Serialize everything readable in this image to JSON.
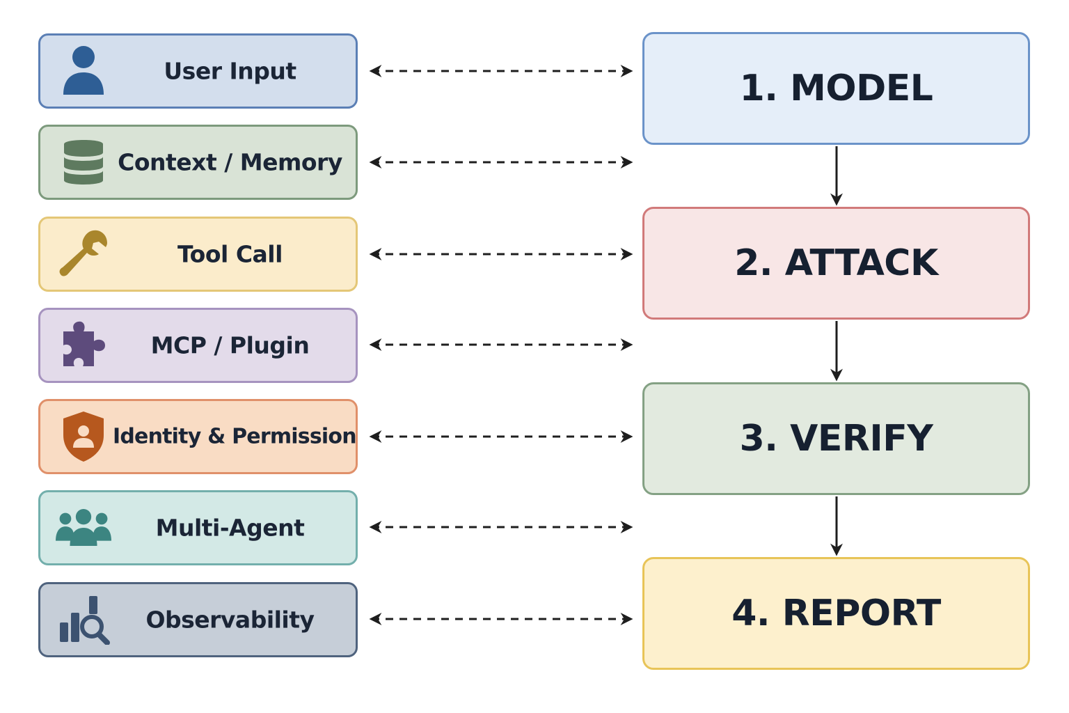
{
  "layers": [
    {
      "label": "User Input",
      "icon": "user-icon",
      "bg": "#d3deed",
      "border": "#5b7fb5",
      "icon_color": "#2e5e95"
    },
    {
      "label": "Context / Memory",
      "icon": "database-icon",
      "bg": "#d9e3d6",
      "border": "#7d9a7d",
      "icon_color": "#5e7a5f"
    },
    {
      "label": "Tool Call",
      "icon": "wrench-icon",
      "bg": "#fbeccb",
      "border": "#e4c777",
      "icon_color": "#a9862c"
    },
    {
      "label": "MCP / Plugin",
      "icon": "puzzle-icon",
      "bg": "#e3dbea",
      "border": "#a693bf",
      "icon_color": "#5d4b7c"
    },
    {
      "label": "Identity & Permission",
      "icon": "shield-user-icon",
      "bg": "#f9dcc4",
      "border": "#e0906a",
      "icon_color": "#b6581e"
    },
    {
      "label": "Multi-Agent",
      "icon": "group-icon",
      "bg": "#d3e9e6",
      "border": "#73afac",
      "icon_color": "#3c8581"
    },
    {
      "label": "Observability",
      "icon": "chart-search-icon",
      "bg": "#c6ced8",
      "border": "#4f637e",
      "icon_color": "#3c5270"
    }
  ],
  "stages": [
    {
      "label": "1. MODEL",
      "bg": "#e5eef9",
      "border": "#6b93c9"
    },
    {
      "label": "2. ATTACK",
      "bg": "#f8e6e6",
      "border": "#d17a7a"
    },
    {
      "label": "3. VERIFY",
      "bg": "#e2eadf",
      "border": "#84a184"
    },
    {
      "label": "4. REPORT",
      "bg": "#fdf0cd",
      "border": "#e8c458"
    }
  ],
  "connector_color": "#1e1e1e"
}
